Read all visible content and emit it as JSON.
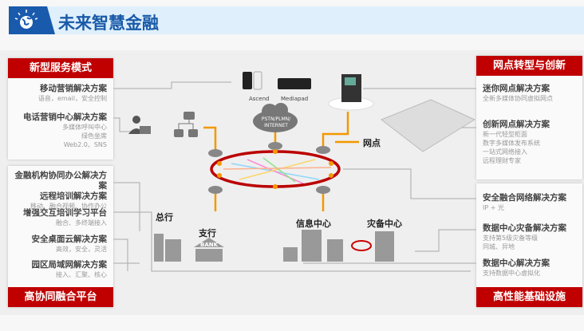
{
  "header": {
    "title": "未来智慧金融",
    "icon": "globe-icon"
  },
  "left_top": {
    "title": "新型服务模式",
    "items": [
      {
        "title": "移动营销解决方案",
        "sub": [
          "语音，email，安全控制"
        ]
      },
      {
        "title": "电话营销中心解决方案",
        "sub": [
          "多媒体呼叫中心",
          "绿色坐席",
          "Web2.0、SNS"
        ]
      }
    ]
  },
  "left_bottom": {
    "footer": "高协同融合平台",
    "items": [
      {
        "title": "金融机构协同办公解决方案",
        "title2": "远程培训解决方案",
        "sub": [
          "移动、融合视频、协作办公"
        ]
      },
      {
        "title": "增强交互培训学习平台",
        "sub": [
          "融合、多终端接入"
        ]
      },
      {
        "title": "安全桌面云解决方案",
        "sub": [
          "高效，安全，灵活"
        ]
      },
      {
        "title": "园区局域网解决方案",
        "sub": [
          "接入、汇聚、核心"
        ]
      }
    ]
  },
  "right_top": {
    "title": "网点转型与创新",
    "items": [
      {
        "title": "迷你网点解决方案",
        "sub": [
          "全新多媒体协同虚拟网点"
        ]
      },
      {
        "title": "创新网点解决方案",
        "sub": [
          "新一代轻型柜面",
          "数字多媒体发布系统",
          "一站式网络接入",
          "远程理财专家"
        ]
      }
    ]
  },
  "right_bottom": {
    "footer": "高性能基础设施",
    "items": [
      {
        "title": "安全融合网络解决方案",
        "sub": [
          "IP + 光"
        ]
      },
      {
        "title": "数据中心灾备解决方案",
        "sub": [
          "支持第5级灾备等级",
          "同城、异地"
        ]
      },
      {
        "title": "数据中心解决方案",
        "sub": [
          "支持数据中心虚拟化"
        ]
      }
    ]
  },
  "diagram": {
    "cloud": "PSTN/PLMN/ INTERNET",
    "ascend": "Ascend",
    "mediapad": "Mediapad",
    "outlet": "网点",
    "hq": "总行",
    "branch": "支行",
    "bank": "BANK",
    "info_center": "信息中心",
    "dr_center": "灾备中心"
  }
}
